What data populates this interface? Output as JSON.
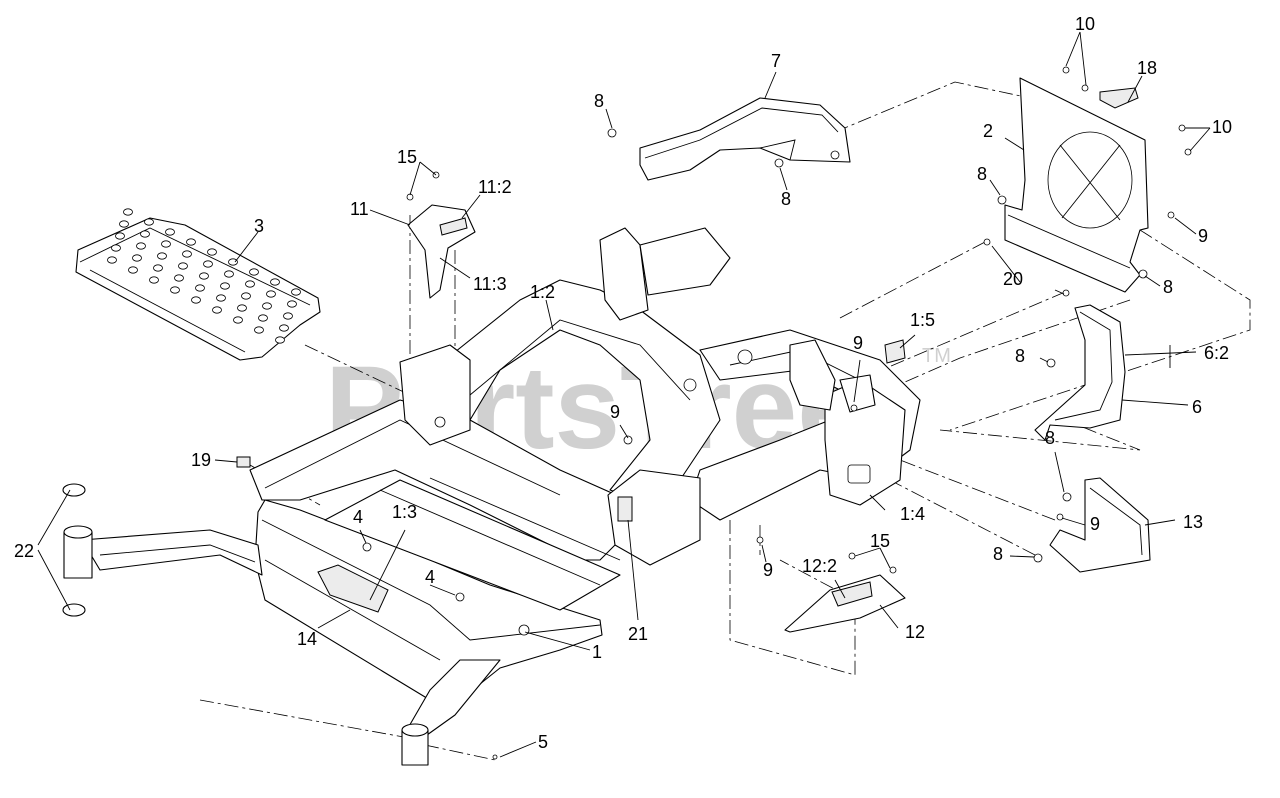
{
  "watermark": {
    "text": "PartsTree",
    "trademark": "TM"
  },
  "callouts": [
    {
      "id": "c-1",
      "text": "1"
    },
    {
      "id": "c-1-2",
      "text": "1:2"
    },
    {
      "id": "c-1-3",
      "text": "1:3"
    },
    {
      "id": "c-1-4",
      "text": "1:4"
    },
    {
      "id": "c-1-5",
      "text": "1:5"
    },
    {
      "id": "c-2",
      "text": "2"
    },
    {
      "id": "c-3",
      "text": "3"
    },
    {
      "id": "c-4a",
      "text": "4"
    },
    {
      "id": "c-4b",
      "text": "4"
    },
    {
      "id": "c-5",
      "text": "5"
    },
    {
      "id": "c-6",
      "text": "6"
    },
    {
      "id": "c-6-2",
      "text": "6:2"
    },
    {
      "id": "c-7",
      "text": "7"
    },
    {
      "id": "c-8a",
      "text": "8"
    },
    {
      "id": "c-8b",
      "text": "8"
    },
    {
      "id": "c-8c",
      "text": "8"
    },
    {
      "id": "c-8d",
      "text": "8"
    },
    {
      "id": "c-8e",
      "text": "8"
    },
    {
      "id": "c-8f",
      "text": "8"
    },
    {
      "id": "c-8g",
      "text": "8"
    },
    {
      "id": "c-9a",
      "text": "9"
    },
    {
      "id": "c-9b",
      "text": "9"
    },
    {
      "id": "c-9c",
      "text": "9"
    },
    {
      "id": "c-9d",
      "text": "9"
    },
    {
      "id": "c-9e",
      "text": "9"
    },
    {
      "id": "c-10a",
      "text": "10"
    },
    {
      "id": "c-10b",
      "text": "10"
    },
    {
      "id": "c-11",
      "text": "11"
    },
    {
      "id": "c-11-2",
      "text": "11:2"
    },
    {
      "id": "c-11-3",
      "text": "11:3"
    },
    {
      "id": "c-12",
      "text": "12"
    },
    {
      "id": "c-12-2",
      "text": "12:2"
    },
    {
      "id": "c-13",
      "text": "13"
    },
    {
      "id": "c-14",
      "text": "14"
    },
    {
      "id": "c-15a",
      "text": "15"
    },
    {
      "id": "c-15b",
      "text": "15"
    },
    {
      "id": "c-18",
      "text": "18"
    },
    {
      "id": "c-19",
      "text": "19"
    },
    {
      "id": "c-20",
      "text": "20"
    },
    {
      "id": "c-21",
      "text": "21"
    },
    {
      "id": "c-22",
      "text": "22"
    }
  ]
}
